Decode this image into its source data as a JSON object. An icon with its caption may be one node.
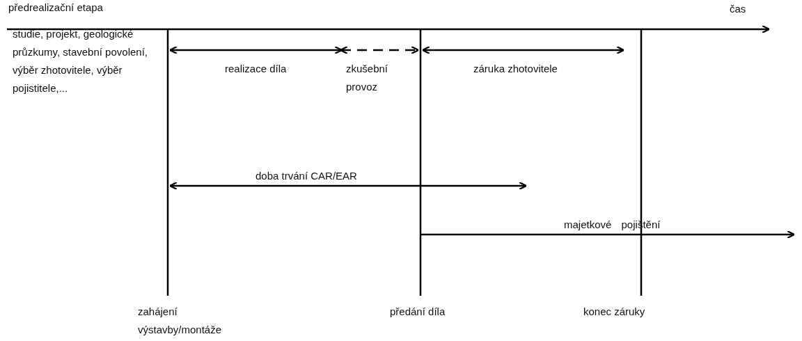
{
  "diagram": {
    "labels": [
      "předrealizační etapa",
      "čas",
      "studie, projekt, geologické průzkumy, stavební povolení, výběr zhotovitele, výběr pojistitele,...",
      "realizace díla",
      "zkušební provoz",
      "záruka zhotovitele",
      "doba trvání CAR/EAR",
      "majetkové pojištění",
      "zahájení výstavby/montáže",
      "předání díla",
      "konec záruky"
    ]
  }
}
